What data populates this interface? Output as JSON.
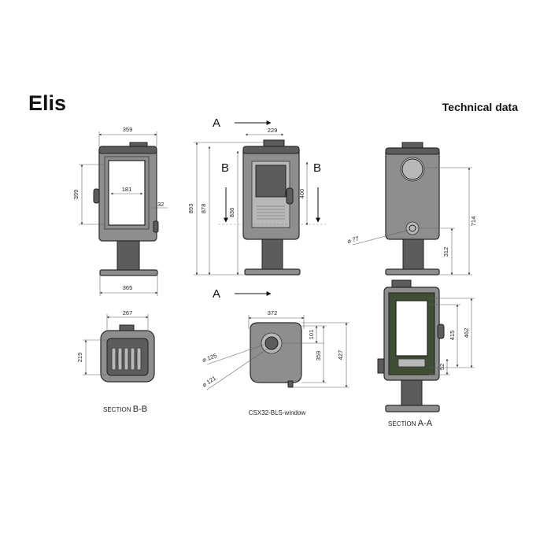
{
  "header": {
    "title": "Elis",
    "subtitle": "Technical data"
  },
  "captions": {
    "section_bb_word": "SECTION",
    "section_bb_letter": "B-B",
    "top_view": "CSX32-BLS-window",
    "section_aa_word": "SECTION",
    "section_aa_letter": "A-A"
  },
  "markers": {
    "a": "A",
    "b": "B"
  },
  "dimensions": {
    "front_width": "359",
    "base_width": "365",
    "door_height": "399",
    "glass_width": "181",
    "side_offset": "32",
    "total_height": "893",
    "height_878": "878",
    "height_836": "836",
    "flue_offset": "229",
    "height_400": "400",
    "back_height": "714",
    "back_inlet_height": "312",
    "inlet_diameter": "⌀ 77",
    "bb_width": "267",
    "bb_depth": "219",
    "top_width": "372",
    "top_depth_427": "427",
    "top_depth_359": "359",
    "top_offset_101": "101",
    "flue_diameter_125": "⌀ 125",
    "flue_diameter_121": "⌀ 121",
    "aa_height_462": "462",
    "aa_height_415": "415",
    "aa_height_52": "52"
  },
  "icons": [
    "section-arrow-icon",
    "door-handle-icon"
  ]
}
